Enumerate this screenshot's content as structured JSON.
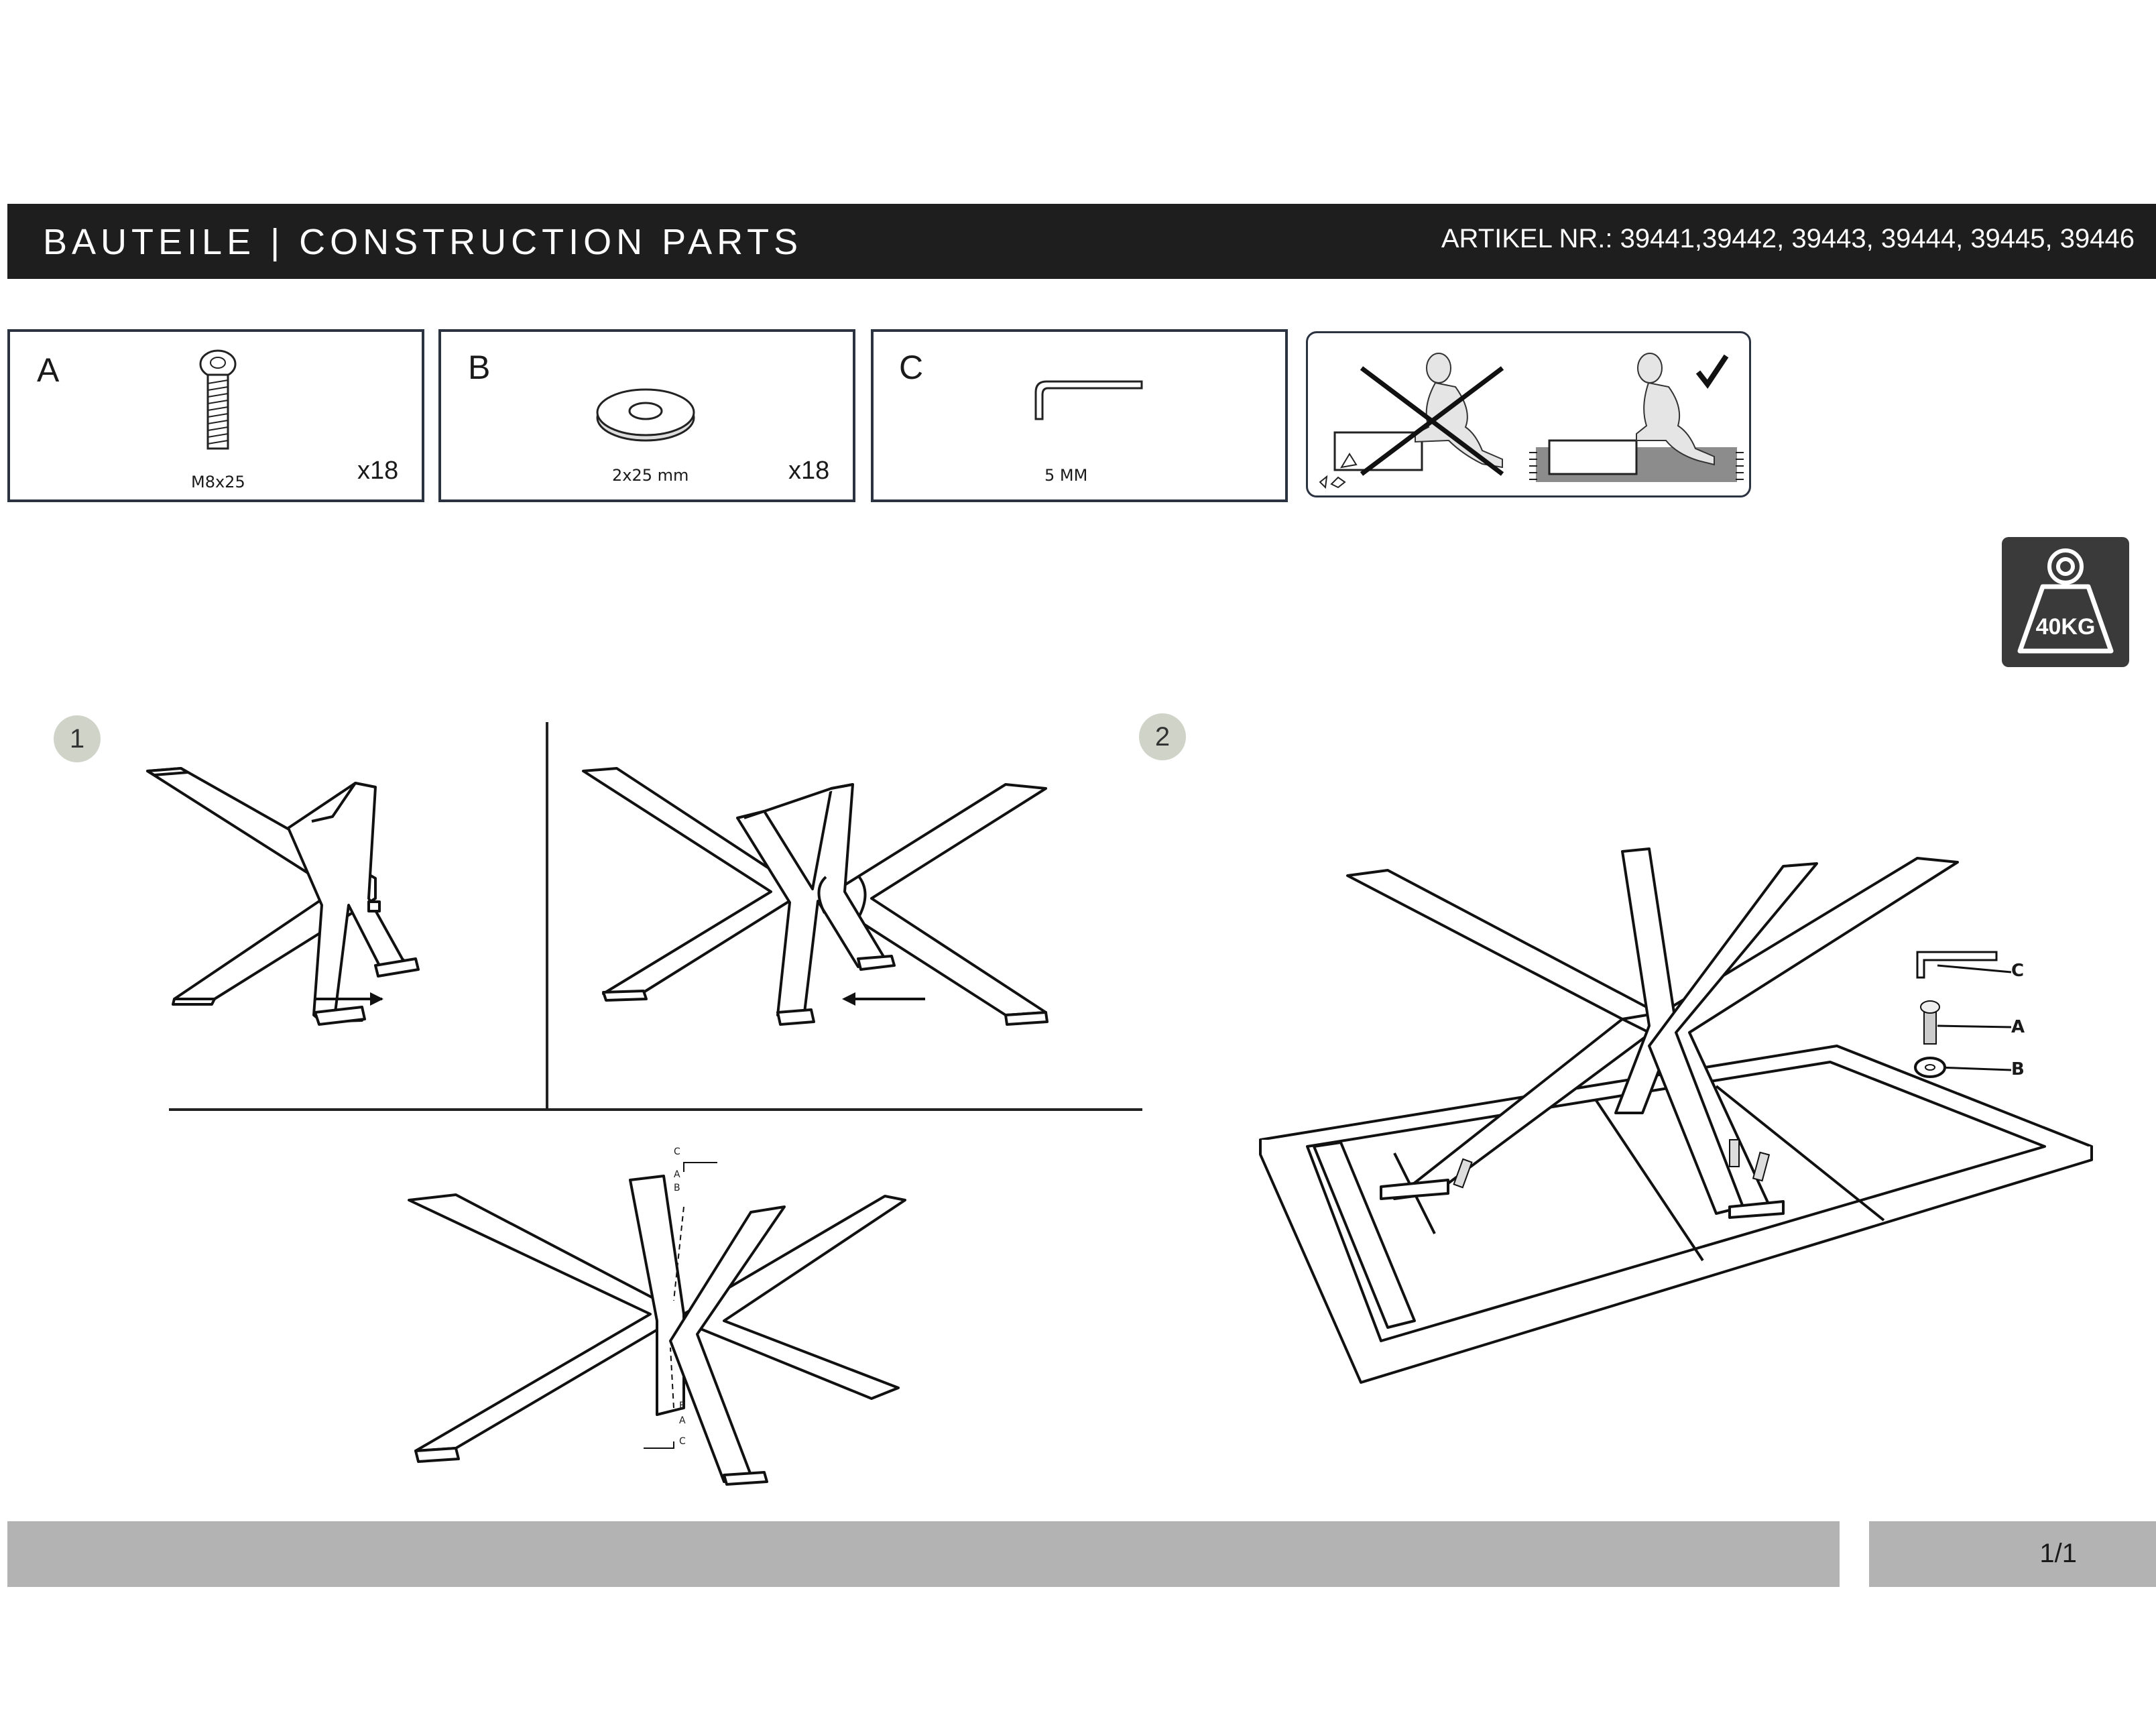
{
  "header": {
    "title": "BAUTEILE | CONSTRUCTION PARTS",
    "article_numbers": "ARTIKEL NR.: 39441,39442, 39443, 39444, 39445, 39446"
  },
  "parts": [
    {
      "letter": "A",
      "spec": "M8x25",
      "qty": "x18",
      "icon": "bolt-icon"
    },
    {
      "letter": "B",
      "spec": "2x25 mm",
      "qty": "x18",
      "icon": "washer-icon"
    },
    {
      "letter": "C",
      "spec": "5 MM",
      "qty": "",
      "icon": "allen-key-icon"
    }
  ],
  "weight": {
    "label": "40KG",
    "icon": "weight-icon"
  },
  "steps": {
    "step1": "1",
    "step2": "2"
  },
  "callouts": {
    "c": "C",
    "a": "A",
    "b": "B"
  },
  "footer": {
    "page": "1/1"
  }
}
